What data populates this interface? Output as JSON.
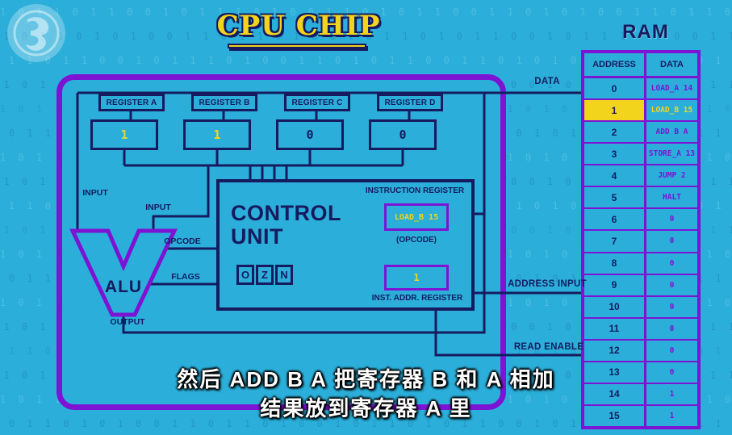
{
  "colors": {
    "background": "#2bafda",
    "purple": "#7d13d3",
    "navy": "#161b60",
    "yellow": "#f2d41c"
  },
  "header": {
    "title": "CPU CHIP",
    "ram_title": "RAM"
  },
  "registers": [
    {
      "label": "REGISTER A",
      "value": "1",
      "value_style": "color:#d8d63c"
    },
    {
      "label": "REGISTER B",
      "value": "1",
      "value_style": "color:#f2d41c"
    },
    {
      "label": "REGISTER C",
      "value": "0",
      "value_style": "color:#161b60"
    },
    {
      "label": "REGISTER D",
      "value": "0",
      "value_style": "color:#161b60"
    }
  ],
  "control_unit": {
    "title": "CONTROL UNIT",
    "instruction_register_label": "INSTRUCTION REGISTER",
    "instruction_value": "LOAD_B 15",
    "opcode_label": "(OPCODE)",
    "flags": [
      "O",
      "Z",
      "N"
    ],
    "inst_addr_value": "1",
    "inst_addr_label": "INST. ADDR. REGISTER"
  },
  "alu": {
    "label": "ALU",
    "input1": "INPUT",
    "input2": "INPUT",
    "opcode": "OPCODE",
    "flags": "FLAGS",
    "output": "OUTPUT"
  },
  "buses": {
    "data": "DATA",
    "address_input": "ADDRESS INPUT",
    "read_enable": "READ ENABLE"
  },
  "ram": {
    "headers": {
      "address": "ADDRESS",
      "data": "DATA"
    },
    "rows": [
      {
        "address": "0",
        "data": "LOAD_A 14",
        "highlight": false
      },
      {
        "address": "1",
        "data": "LOAD_B 15",
        "highlight": true
      },
      {
        "address": "2",
        "data": "ADD B A",
        "highlight": false
      },
      {
        "address": "3",
        "data": "STORE_A 13",
        "highlight": false
      },
      {
        "address": "4",
        "data": "JUMP 2",
        "highlight": false
      },
      {
        "address": "5",
        "data": "HALT",
        "highlight": false
      },
      {
        "address": "6",
        "data": "0",
        "highlight": false
      },
      {
        "address": "7",
        "data": "0",
        "highlight": false
      },
      {
        "address": "8",
        "data": "0",
        "highlight": false
      },
      {
        "address": "9",
        "data": "0",
        "highlight": false
      },
      {
        "address": "10",
        "data": "0",
        "highlight": false
      },
      {
        "address": "11",
        "data": "0",
        "highlight": false
      },
      {
        "address": "12",
        "data": "0",
        "highlight": false
      },
      {
        "address": "13",
        "data": "0",
        "highlight": false
      },
      {
        "address": "14",
        "data": "1",
        "highlight": false
      },
      {
        "address": "15",
        "data": "1",
        "highlight": false
      }
    ]
  },
  "subtitles": {
    "line1": "然后 ADD B A 把寄存器 B 和 A 相加",
    "line2": "结果放到寄存器 A 里"
  },
  "background_pattern": {
    "row_a": "1 0 1 1 0 1 1 0 0 1 0 1 1 1 0 1 0 0 1 1 0 1 0 1 1 0 0 1 1 0 1 0 1 0 0 1 1 0 1 1 0 1 0 0 1 0 1 1 0 1 0 1 1 0",
    "row_b": "0 1 0 1 1 0 1 0 1 0 0 1 1 0 1 1 0 1 0 0 1 0 1 1 0 1 0 1 1 0 0 1 0 1 1 1 0 1 0 0 1 1 0 1 0 1 1 0 0 1 1 0 1 0"
  }
}
